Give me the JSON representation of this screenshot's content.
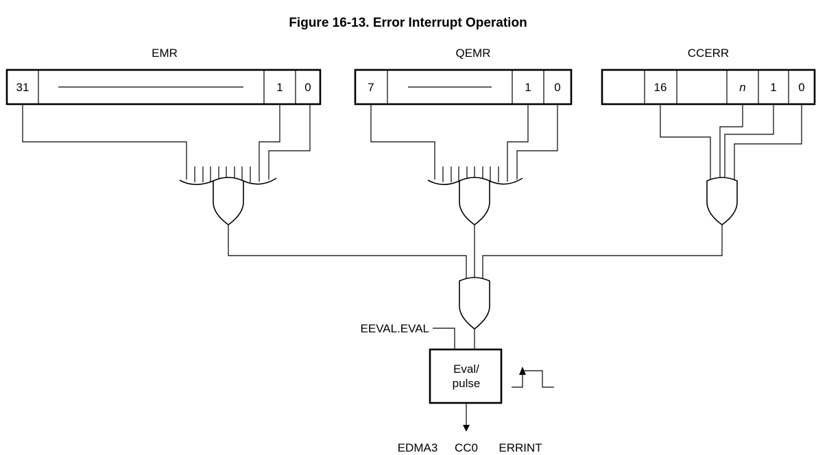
{
  "figure": {
    "title": "Figure 16-13. Error Interrupt Operation"
  },
  "registers": {
    "emr": {
      "label": "EMR",
      "bits": [
        "31",
        "1",
        "0"
      ]
    },
    "qemr": {
      "label": "QEMR",
      "bits": [
        "7",
        "1",
        "0"
      ]
    },
    "ccerr": {
      "label": "CCERR",
      "bits": [
        "16",
        "n",
        "1",
        "0"
      ]
    }
  },
  "eval_input": "EEVAL.EVAL",
  "eval_block": {
    "line1": "Eval/",
    "line2": "pulse"
  },
  "output": {
    "w1": "EDMA3",
    "w2": "CC0",
    "w3": "ERRINT"
  }
}
